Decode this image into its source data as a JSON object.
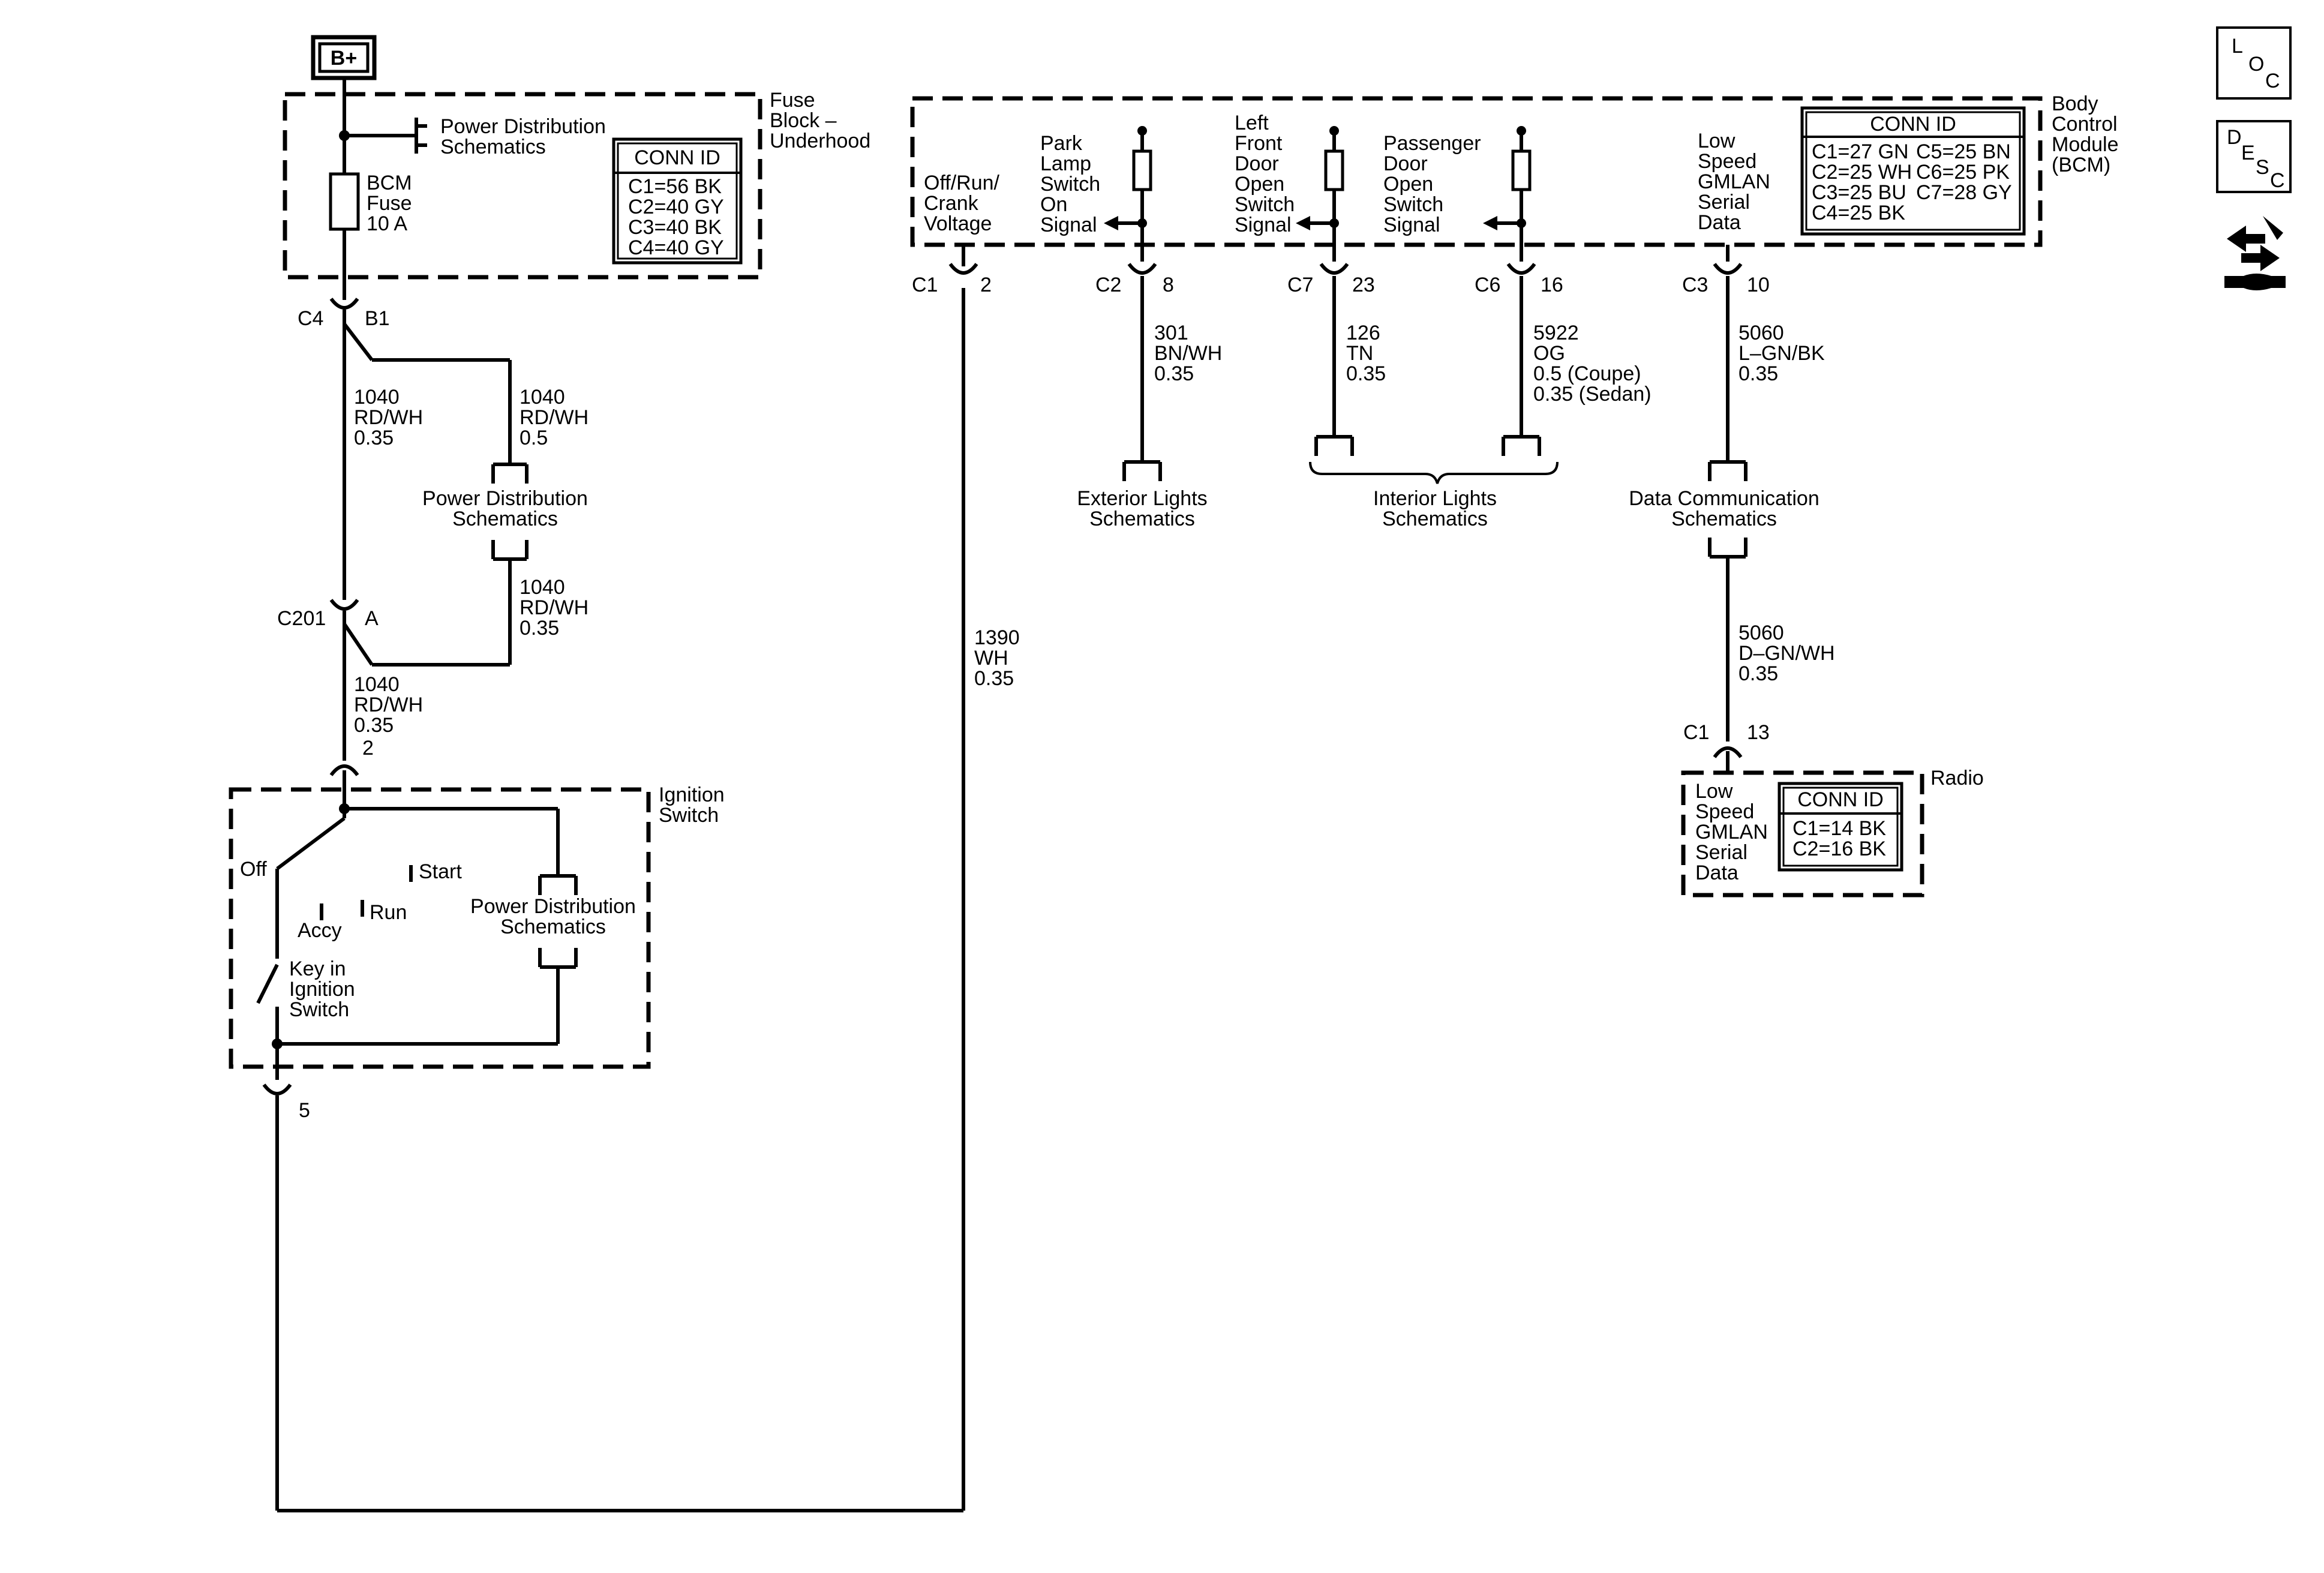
{
  "power_source": {
    "label": "B+"
  },
  "fuse_block": {
    "name_lines": [
      "Fuse",
      "Block –",
      "Underhood"
    ],
    "pd_ref_lines": [
      "Power Distribution",
      "Schematics"
    ],
    "fuse_lines": [
      "BCM",
      "Fuse",
      "10 A"
    ],
    "conn": {
      "header": "CONN ID",
      "rows": [
        "C1=56 BK",
        "C2=40 GY",
        "C3=40 BK",
        "C4=40 GY"
      ]
    }
  },
  "c4": {
    "connector": "C4",
    "pin": "B1"
  },
  "wire_1040_left_top": [
    "1040",
    "RD/WH",
    "0.35"
  ],
  "wire_1040_right_top": [
    "1040",
    "RD/WH",
    "0.5"
  ],
  "pd_splice_ref": [
    "Power Distribution",
    "Schematics"
  ],
  "wire_1040_right_bottom": [
    "1040",
    "RD/WH",
    "0.35"
  ],
  "c201": {
    "connector": "C201",
    "pin": "A"
  },
  "wire_1040_lower": [
    "1040",
    "RD/WH",
    "0.35"
  ],
  "ignition_switch": {
    "top_pin": "2",
    "name_lines": [
      "Ignition",
      "Switch"
    ],
    "positions": {
      "off": "Off",
      "start": "Start",
      "run": "Run",
      "accy": "Accy"
    },
    "key_lines": [
      "Key in",
      "Ignition",
      "Switch"
    ],
    "pd_ref_lines": [
      "Power Distribution",
      "Schematics"
    ],
    "bottom_pin": "5"
  },
  "wire_1390": [
    "1390",
    "WH",
    "0.35"
  ],
  "bcm": {
    "name_lines": [
      "Body",
      "Control",
      "Module",
      "(BCM)"
    ],
    "off_run_crank": [
      "Off/Run/",
      "Crank",
      "Voltage"
    ],
    "park_lamp": [
      "Park",
      "Lamp",
      "Switch",
      "On",
      "Signal"
    ],
    "lf_door": [
      "Left",
      "Front",
      "Door",
      "Open",
      "Switch",
      "Signal"
    ],
    "pass_door": [
      "Passenger",
      "Door",
      "Open",
      "Switch",
      "Signal"
    ],
    "gmlan": [
      "Low",
      "Speed",
      "GMLAN",
      "Serial",
      "Data"
    ],
    "conn": {
      "header": "CONN ID",
      "rows": [
        "C1=27 GN",
        "C2=25 WH",
        "C3=25 BU",
        "C4=25 BK"
      ],
      "rows2": [
        "C5=25 BN",
        "C6=25 PK",
        "C7=28 GY"
      ]
    }
  },
  "bcm_pins": [
    {
      "connector": "C1",
      "pin": "2"
    },
    {
      "connector": "C2",
      "pin": "8"
    },
    {
      "connector": "C7",
      "pin": "23"
    },
    {
      "connector": "C6",
      "pin": "16"
    },
    {
      "connector": "C3",
      "pin": "10"
    }
  ],
  "wire_301": [
    "301",
    "BN/WH",
    "0.35"
  ],
  "wire_126": [
    "126",
    "TN",
    "0.35"
  ],
  "wire_5922": [
    "5922",
    "OG",
    "0.5 (Coupe)",
    "0.35 (Sedan)"
  ],
  "wire_5060_upper": [
    "5060",
    "L–GN/BK",
    "0.35"
  ],
  "exterior_lights": [
    "Exterior Lights",
    "Schematics"
  ],
  "interior_lights": [
    "Interior Lights",
    "Schematics"
  ],
  "data_comm": [
    "Data Communication",
    "Schematics"
  ],
  "wire_5060_lower": [
    "5060",
    "D–GN/WH",
    "0.35"
  ],
  "radio": {
    "connector": "C1",
    "pin": "13",
    "name": "Radio",
    "gmlan": [
      "Low",
      "Speed",
      "GMLAN",
      "Serial",
      "Data"
    ],
    "conn": {
      "header": "CONN ID",
      "rows": [
        "C1=14 BK",
        "C2=16 BK"
      ]
    }
  },
  "side_icons": {
    "loc": {
      "name": "loc-icon",
      "letters": [
        "L",
        "O",
        "C"
      ]
    },
    "desc": {
      "name": "desc-icon",
      "letters": [
        "D",
        "E",
        "S",
        "C"
      ]
    },
    "nav": {
      "name": "navigation-arrows-icon"
    }
  }
}
